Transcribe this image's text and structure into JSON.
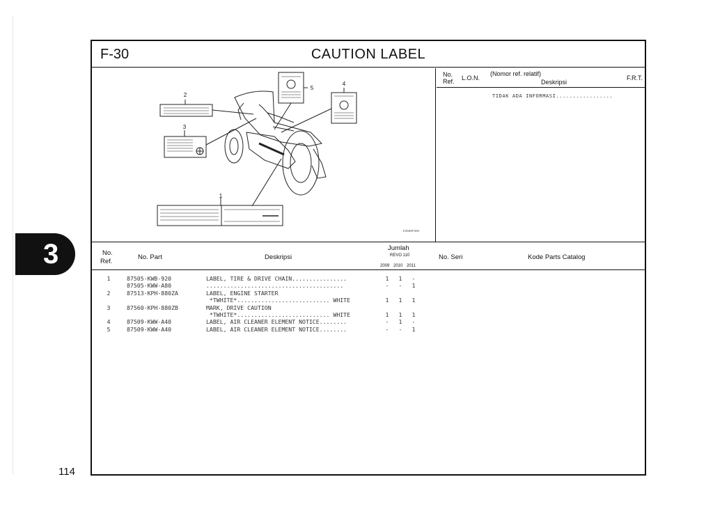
{
  "page": {
    "code": "F-30",
    "title": "CAUTION LABEL",
    "number": "114",
    "section_tab": "3"
  },
  "illustration": {
    "callouts": [
      "1",
      "2",
      "3",
      "4",
      "5"
    ],
    "figure_code": "K2659F300"
  },
  "frt_panel": {
    "col_ref_line1": "No.",
    "col_ref_line2": "Ref.",
    "col_lon": "L.O.N.",
    "col_desc_line1": "(Nomor ref. relatif)",
    "col_desc_line2": "Deskripsi",
    "col_frt": "F.R.T.",
    "body_text": "TIDAK ADA INFORMASI................."
  },
  "parts_table": {
    "headers": {
      "ref_line1": "No.",
      "ref_line2": "Ref.",
      "part": "No. Part",
      "desc": "Deskripsi",
      "jumlah": "Jumlah",
      "model": "REVO 110",
      "years": [
        "2009",
        "2010",
        "2011"
      ],
      "serial": "No. Seri",
      "catalog": "Kode Parts Catalog"
    },
    "rows": [
      {
        "ref": "1",
        "part": "87505-KWB-920",
        "desc": "LABEL, TIRE & DRIVE CHAIN................",
        "q": [
          "1",
          "1",
          "-"
        ]
      },
      {
        "ref": "",
        "part": "87505-KWW-A80",
        "desc": "........................................",
        "q": [
          "-",
          "-",
          "1"
        ]
      },
      {
        "ref": "2",
        "part": "87513-KPH-880ZA",
        "desc": "LABEL, ENGINE STARTER",
        "q": [
          "",
          "",
          ""
        ]
      },
      {
        "ref": "",
        "part": "",
        "desc": " *TWHITE*........................... WHITE",
        "q": [
          "1",
          "1",
          "1"
        ]
      },
      {
        "ref": "3",
        "part": "87560-KPH-880ZB",
        "desc": "MARK, DRIVE CAUTION",
        "q": [
          "",
          "",
          ""
        ]
      },
      {
        "ref": "",
        "part": "",
        "desc": " *TWHITE*........................... WHITE",
        "q": [
          "1",
          "1",
          "1"
        ]
      },
      {
        "ref": "4",
        "part": "87509-KWW-A40",
        "desc": "LABEL, AIR CLEANER ELEMENT NOTICE........",
        "q": [
          "-",
          "1",
          "-"
        ]
      },
      {
        "ref": "5",
        "part": "87509-KWW-A40",
        "desc": "LABEL, AIR CLEANER ELEMENT NOTICE........",
        "q": [
          "-",
          "-",
          "1"
        ]
      }
    ]
  }
}
